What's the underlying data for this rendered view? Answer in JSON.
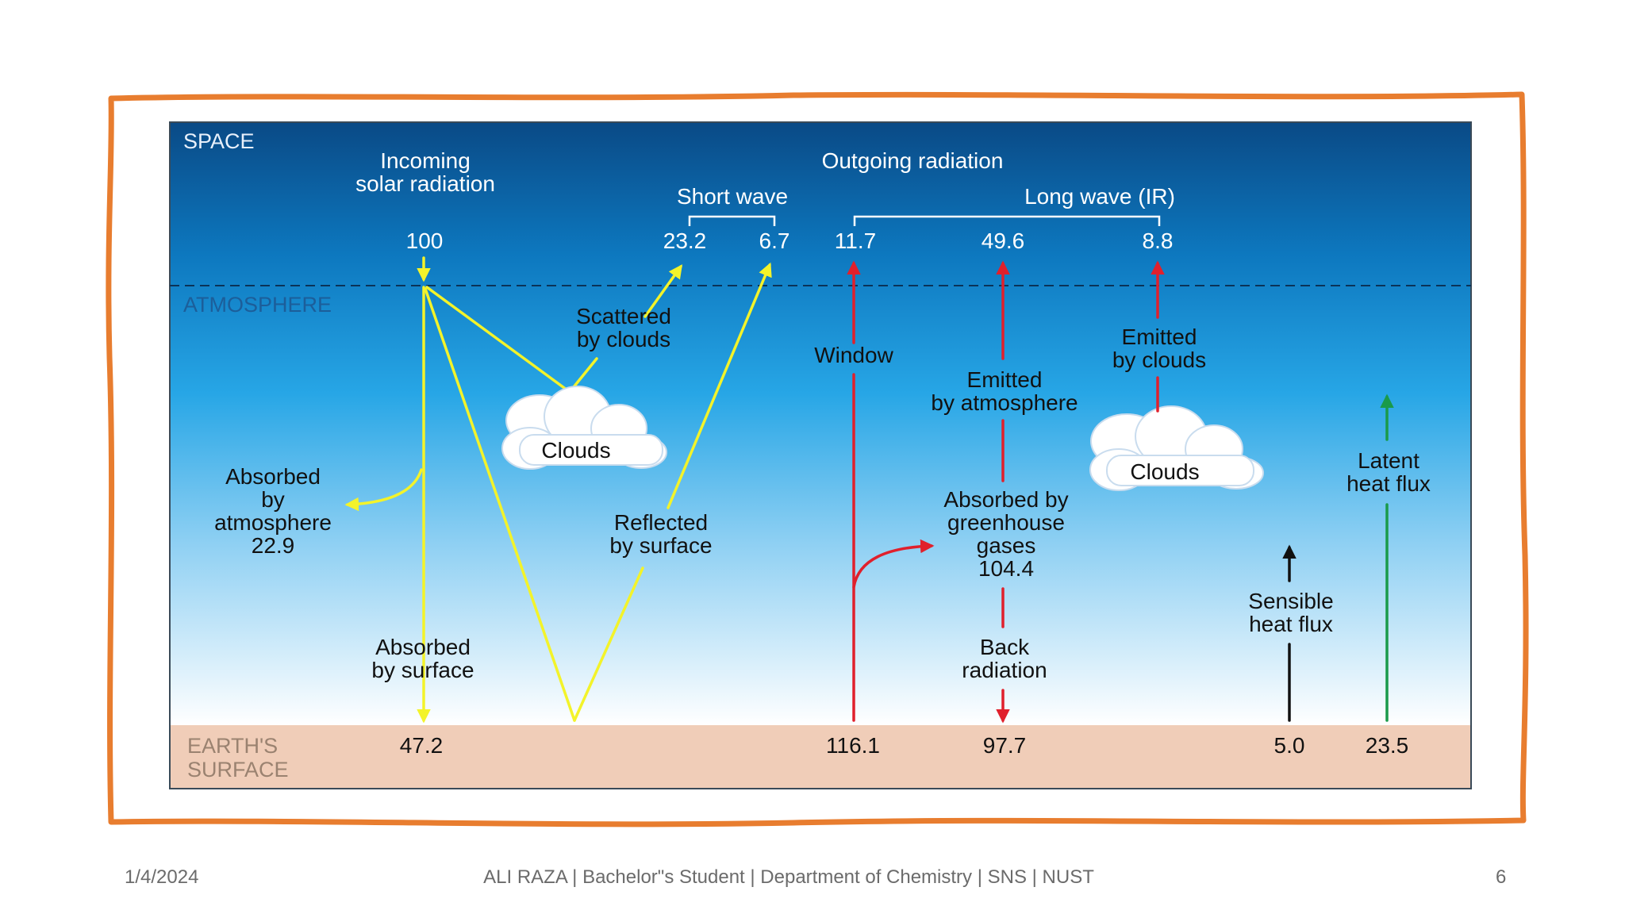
{
  "diagram": {
    "zone_space": "SPACE",
    "zone_atmosphere": "ATMOSPHERE",
    "zone_surface": [
      "EARTH'S",
      "SURFACE"
    ],
    "incoming_label": [
      "Incoming",
      "solar radiation"
    ],
    "outgoing_label": "Outgoing radiation",
    "short_wave_label": "Short wave",
    "long_wave_label": "Long wave (IR)",
    "incoming_value": "100",
    "short_wave_values": [
      "23.2",
      "6.7"
    ],
    "long_wave_values": [
      "11.7",
      "49.6",
      "8.8"
    ],
    "scattered_label": [
      "Scattered",
      "by clouds"
    ],
    "window_label": "Window",
    "emitted_clouds_label": [
      "Emitted",
      "by clouds"
    ],
    "emitted_atmosphere_label": [
      "Emitted",
      "by atmosphere"
    ],
    "clouds_left_label": "Clouds",
    "clouds_right_label": "Clouds",
    "absorbed_atmosphere_label": [
      "Absorbed",
      "by",
      "atmosphere",
      "22.9"
    ],
    "reflected_label": [
      "Reflected",
      "by surface"
    ],
    "absorbed_greenhouse_label": [
      "Absorbed by",
      "greenhouse",
      "gases",
      "104.4"
    ],
    "latent_label": [
      "Latent",
      "heat flux"
    ],
    "sensible_label": [
      "Sensible",
      "heat flux"
    ],
    "absorbed_surface_label": [
      "Absorbed",
      "by surface"
    ],
    "back_radiation_label": [
      "Back",
      "radiation"
    ],
    "surface_values": [
      "47.2",
      "116.1",
      "97.7",
      "5.0",
      "23.5"
    ],
    "colors": {
      "frame": "#e87d2f",
      "sky_top": "#0a4f8c",
      "sky_bottom": "#ffffff",
      "surface": "#f0cdb8",
      "shortwave": "#f3f32a",
      "longwave": "#e0202c",
      "sensible": "#111111",
      "latent": "#1a9a4a"
    }
  },
  "footer": {
    "date": "1/4/2024",
    "center": "ALI RAZA | Bachelor\"s Student | Department of Chemistry | SNS | NUST",
    "page": "6"
  }
}
